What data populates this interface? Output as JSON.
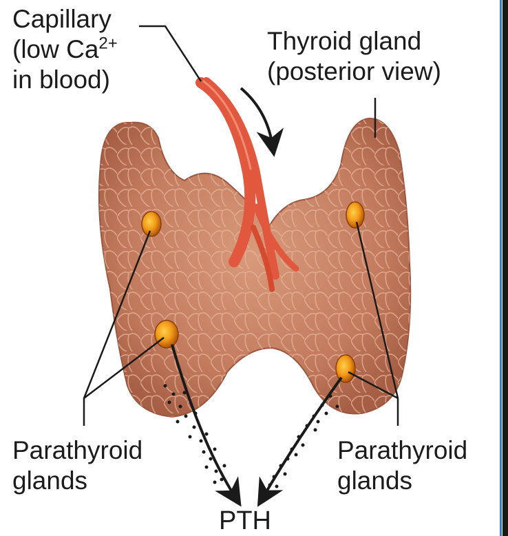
{
  "labels": {
    "capillary_line1": "Capillary",
    "capillary_line2_prefix": "(low Ca",
    "capillary_line2_sup": "2+",
    "capillary_line3": "in blood)",
    "thyroid_line1": "Thyroid gland",
    "thyroid_line2": "(posterior view)",
    "parathyroid_left_line1": "Parathyroid",
    "parathyroid_left_line2": "glands",
    "parathyroid_right_line1": "Parathyroid",
    "parathyroid_right_line2": "glands",
    "hormone": "PTH"
  },
  "colors": {
    "gland_tissue": "#c98467",
    "gland_shadow": "#a9614a",
    "lobule_line": "#e3ab90",
    "capillary": "#e2583e",
    "capillary_highlight": "#f28a70",
    "parathyroid": "#e07a10",
    "parathyroid_core": "#f7b531",
    "border_accent": "#3b7fc4"
  }
}
